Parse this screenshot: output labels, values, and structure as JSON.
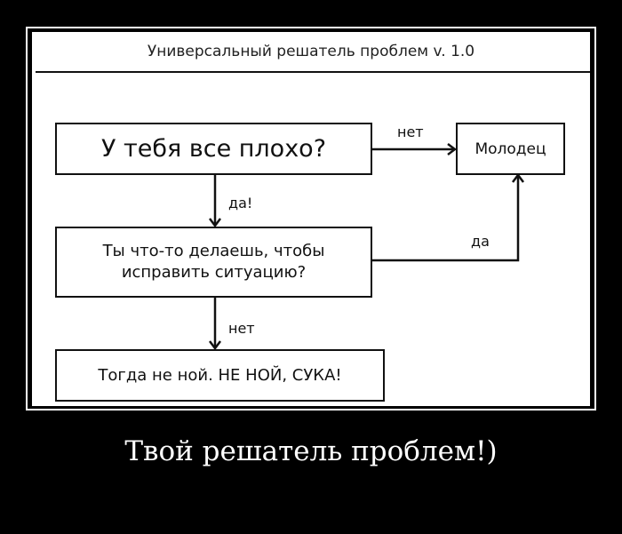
{
  "title": "Универсальный решатель проблем v. 1.0",
  "nodes": {
    "q1": "У тебя все плохо?",
    "good": "Молодец",
    "q2_line1": "Ты что-то делаешь, чтобы",
    "q2_line2": "исправить ситуацию?",
    "end": "Тогда не ной. НЕ НОЙ, СУКА!"
  },
  "edges": {
    "q1_no": "нет",
    "q1_yes": "да!",
    "q2_yes": "да",
    "q2_no": "нет"
  },
  "caption": "Твой решатель проблем!)"
}
